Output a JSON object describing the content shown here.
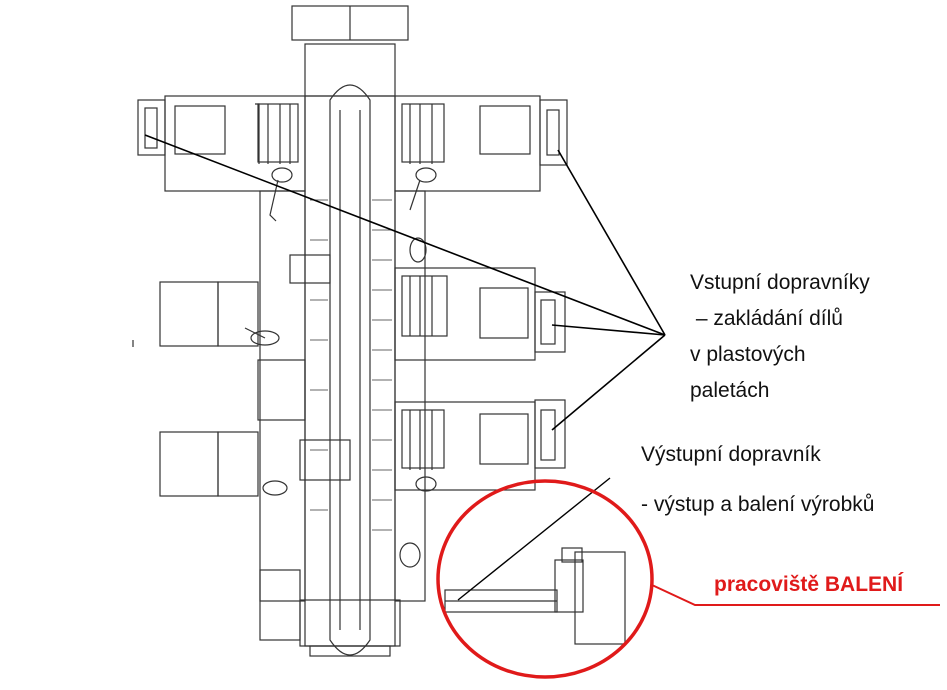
{
  "labels": {
    "input_conveyors": {
      "line1": "Vstupní dopravníky",
      "line2": " – zakládání dílů",
      "line3": "v plastových",
      "line4": "paletách"
    },
    "output_conveyor": {
      "line1": "Výstupní dopravník",
      "line2": "- výstup a balení výrobků"
    },
    "packing_station": "pracoviště BALENÍ"
  },
  "colors": {
    "drawing": "#333333",
    "text": "#111111",
    "highlight": "#e01a1a",
    "background": "#ffffff"
  }
}
